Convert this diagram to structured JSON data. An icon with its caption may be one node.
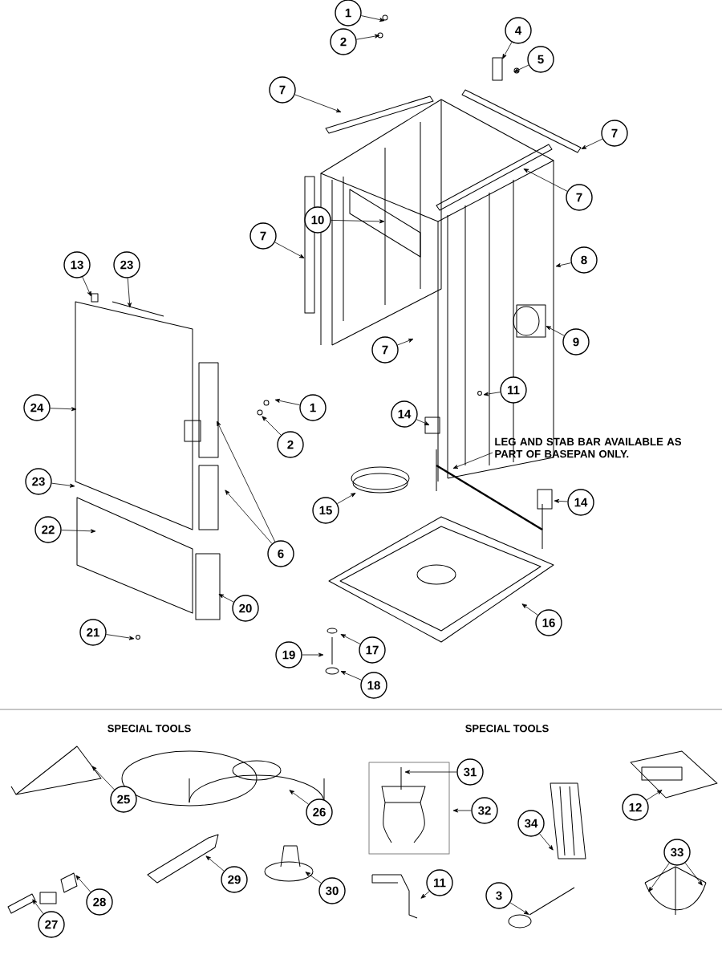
{
  "diagram": {
    "nodes": [
      {
        "text": [
          "1"
        ]
      },
      {
        "text": [
          "2"
        ]
      },
      {
        "text": [
          "4"
        ]
      },
      {
        "text": [
          "5"
        ]
      },
      {
        "text": [
          "7"
        ]
      },
      {
        "text": [
          "7"
        ]
      },
      {
        "text": [
          "7"
        ]
      },
      {
        "text": [
          "10"
        ]
      },
      {
        "text": [
          "7"
        ]
      },
      {
        "text": [
          "8"
        ]
      },
      {
        "text": [
          "13"
        ]
      },
      {
        "text": [
          "23"
        ]
      },
      {
        "text": [
          "9"
        ]
      },
      {
        "text": [
          "7"
        ]
      },
      {
        "text": [
          "24"
        ]
      },
      {
        "text": [
          "1"
        ]
      },
      {
        "text": [
          "14"
        ]
      },
      {
        "text": [
          "11"
        ]
      },
      {
        "text": [
          "LEG AND STAB BAR AVAILABLE AS PART OF BASEPAN ONLY."
        ]
      },
      {
        "text": [
          "2"
        ]
      },
      {
        "text": [
          "23"
        ]
      },
      {
        "text": [
          "14"
        ]
      },
      {
        "text": [
          "6"
        ]
      },
      {
        "text": [
          "15"
        ]
      },
      {
        "text": [
          "22"
        ]
      },
      {
        "text": [
          "16"
        ]
      },
      {
        "text": [
          "20"
        ]
      },
      {
        "text": [
          "21"
        ]
      },
      {
        "text": [
          "17"
        ]
      },
      {
        "text": [
          "19"
        ]
      },
      {
        "text": [
          "18"
        ]
      },
      {
        "text": [
          "25"
        ]
      },
      {
        "text": [
          "26"
        ]
      },
      {
        "text": [
          "31"
        ]
      },
      {
        "text": [
          "32"
        ]
      },
      {
        "text": [
          "12"
        ]
      },
      {
        "text": [
          "34"
        ]
      },
      {
        "text": [
          "33"
        ]
      },
      {
        "text": [
          "29"
        ]
      },
      {
        "text": [
          "30"
        ]
      },
      {
        "text": [
          "28"
        ]
      },
      {
        "text": [
          "11"
        ]
      },
      {
        "text": [
          "3"
        ]
      },
      {
        "text": [
          "27"
        ]
      }
    ],
    "edges": [
      {
        "from": 0,
        "to": null,
        "arrow": "to"
      },
      {
        "from": 1,
        "to": null,
        "arrow": "to"
      },
      {
        "from": 2,
        "to": null,
        "arrow": "to"
      },
      {
        "from": 3,
        "to": null,
        "arrow": "to"
      },
      {
        "from": 4,
        "to": null,
        "arrow": "to"
      },
      {
        "from": 5,
        "to": null,
        "arrow": "to"
      },
      {
        "from": 6,
        "to": null,
        "arrow": "to"
      },
      {
        "from": 7,
        "to": null,
        "arrow": "to"
      },
      {
        "from": 8,
        "to": null,
        "arrow": "to"
      },
      {
        "from": 9,
        "to": null,
        "arrow": "to"
      },
      {
        "from": 10,
        "to": null,
        "arrow": "to"
      },
      {
        "from": 11,
        "to": null,
        "arrow": "to"
      },
      {
        "from": 12,
        "to": null,
        "arrow": "to"
      },
      {
        "from": 13,
        "to": null,
        "arrow": "to"
      },
      {
        "from": 14,
        "to": null,
        "arrow": "to"
      },
      {
        "from": 15,
        "to": null,
        "arrow": "to"
      },
      {
        "from": 16,
        "to": null,
        "arrow": "to"
      },
      {
        "from": 17,
        "to": null,
        "arrow": "to"
      },
      {
        "from": 18,
        "to": null,
        "arrow": "to"
      },
      {
        "from": 19,
        "to": null,
        "arrow": "to"
      },
      {
        "from": 20,
        "to": null,
        "arrow": "to"
      },
      {
        "from": 21,
        "to": null,
        "arrow": "to"
      },
      {
        "from": 22,
        "to": null,
        "arrow": "to"
      },
      {
        "from": 22,
        "to": null,
        "arrow": "to"
      },
      {
        "from": 23,
        "to": null,
        "arrow": "to"
      },
      {
        "from": 24,
        "to": null,
        "arrow": "to"
      },
      {
        "from": 25,
        "to": null,
        "arrow": "to"
      },
      {
        "from": 26,
        "to": null,
        "arrow": "to"
      },
      {
        "from": 27,
        "to": null,
        "arrow": "to"
      },
      {
        "from": 28,
        "to": null,
        "arrow": "to"
      },
      {
        "from": 29,
        "to": null,
        "arrow": "to"
      },
      {
        "from": 30,
        "to": null,
        "arrow": "to"
      },
      {
        "from": 31,
        "to": null,
        "arrow": "to"
      },
      {
        "from": 32,
        "to": null,
        "arrow": "to"
      },
      {
        "from": 33,
        "to": null,
        "arrow": "to"
      },
      {
        "from": 34,
        "to": null,
        "arrow": "to"
      },
      {
        "from": 35,
        "to": null,
        "arrow": "to"
      },
      {
        "from": 36,
        "to": null,
        "arrow": "to"
      },
      {
        "from": 37,
        "to": null,
        "arrow": "to"
      },
      {
        "from": 37,
        "to": null,
        "arrow": "to"
      },
      {
        "from": 38,
        "to": null,
        "arrow": "to"
      },
      {
        "from": 39,
        "to": null,
        "arrow": "to"
      },
      {
        "from": 40,
        "to": null,
        "arrow": "to"
      },
      {
        "from": 41,
        "to": null,
        "arrow": "to"
      },
      {
        "from": 42,
        "to": null,
        "arrow": "to"
      },
      {
        "from": 43,
        "to": null,
        "arrow": "to"
      }
    ],
    "labels": [
      "SPECIAL TOOLS",
      "SPECIAL TOOLS"
    ]
  }
}
